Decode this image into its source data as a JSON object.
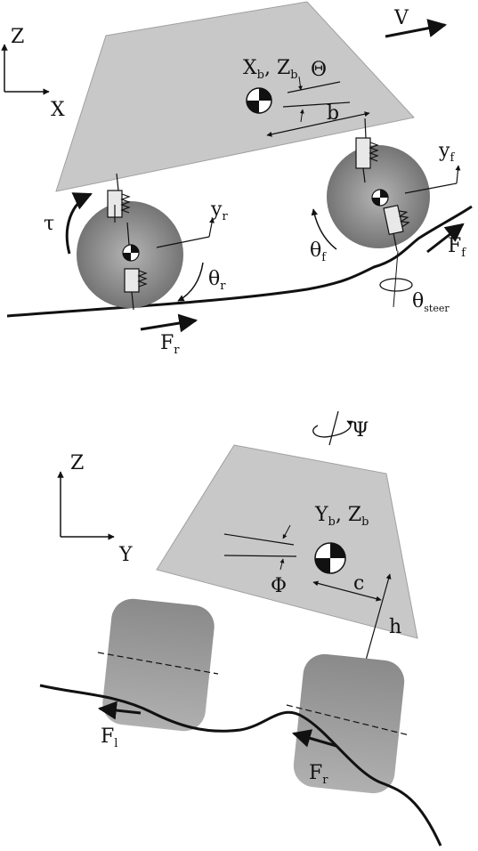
{
  "top_view": {
    "axis_z": "Z",
    "axis_x": "X",
    "velocity": "V",
    "body_pos_x": "X",
    "body_pos_x_sub": "b",
    "body_pos_sep": ", ",
    "body_pos_z": "Z",
    "body_pos_z_sub": "b",
    "pitch": "Θ",
    "wheelbase_half": "b",
    "torque": "τ",
    "rear_y": "y",
    "rear_y_sub": "r",
    "front_y": "y",
    "front_y_sub": "f",
    "theta_r": "θ",
    "theta_r_sub": "r",
    "theta_f": "θ",
    "theta_f_sub": "f",
    "theta_steer": "θ",
    "theta_steer_sub": "steer",
    "force_rear": "F",
    "force_rear_sub": "r",
    "force_front": "F",
    "force_front_sub": "f"
  },
  "bottom_view": {
    "axis_z": "Z",
    "axis_y": "Y",
    "yaw": "Ψ",
    "body_pos_y": "Y",
    "body_pos_y_sub": "b",
    "body_pos_sep": ", ",
    "body_pos_z": "Z",
    "body_pos_z_sub": "b",
    "roll": "Φ",
    "track_half": "c",
    "height": "h",
    "force_left": "F",
    "force_left_sub": "l",
    "force_right": "F",
    "force_right_sub": "r"
  },
  "colors": {
    "body_fill": "#c8c8c8",
    "body_stroke": "#9a9a9a",
    "wheel_dark": "#6e6e6e",
    "wheel_light": "#b4b4b4",
    "ink": "#111111"
  }
}
